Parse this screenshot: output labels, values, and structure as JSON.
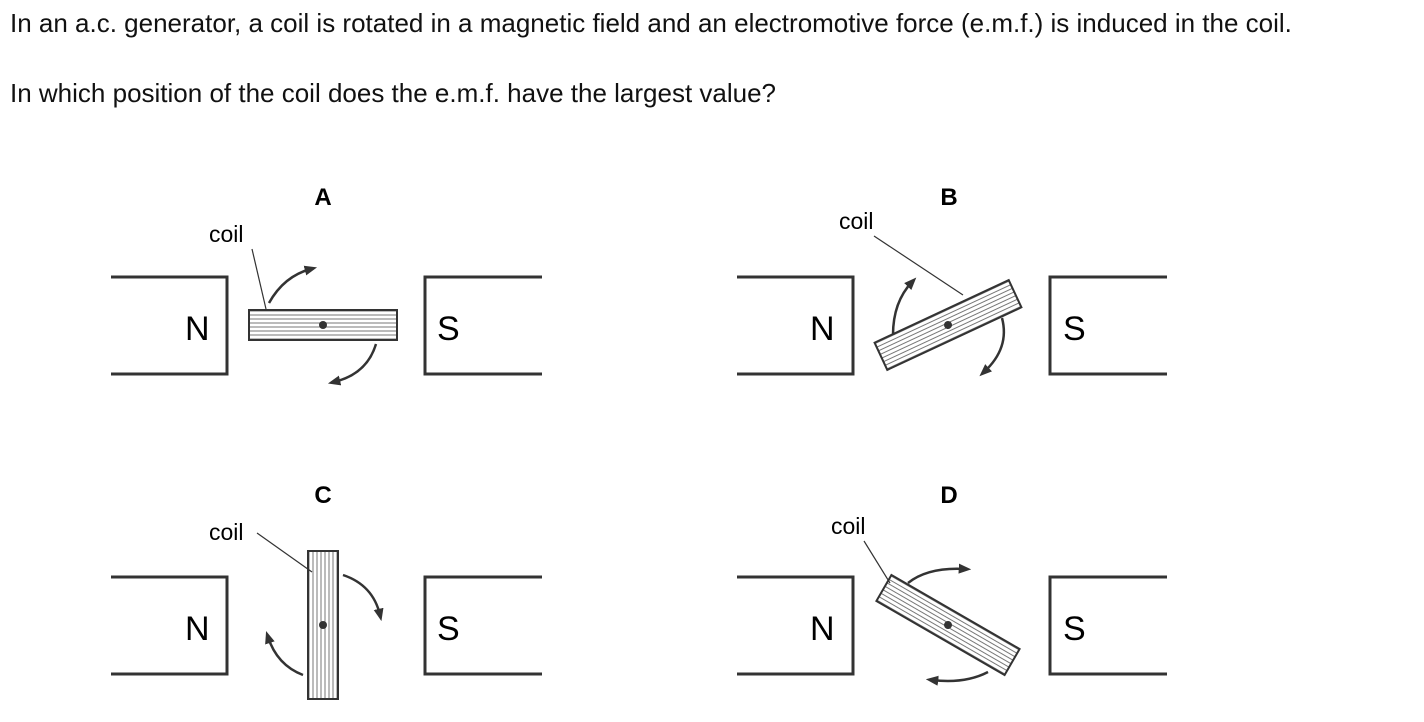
{
  "question": {
    "intro": "In an a.c. generator, a coil is rotated in a magnetic field and an electromotive force (e.m.f.) is induced in the coil.",
    "prompt": "In which position of the coil does the e.m.f. have the largest value?"
  },
  "options": [
    {
      "letter": "A",
      "coil_label": "coil",
      "north_label": "N",
      "south_label": "S",
      "coil_orientation": "horizontal"
    },
    {
      "letter": "B",
      "coil_label": "coil",
      "north_label": "N",
      "south_label": "S",
      "coil_orientation": "tilted-up-right"
    },
    {
      "letter": "C",
      "coil_label": "coil",
      "north_label": "N",
      "south_label": "S",
      "coil_orientation": "vertical"
    },
    {
      "letter": "D",
      "coil_label": "coil",
      "north_label": "N",
      "south_label": "S",
      "coil_orientation": "tilted-down-right"
    }
  ],
  "colors": {
    "ink": "#333333",
    "background": "#ffffff"
  }
}
